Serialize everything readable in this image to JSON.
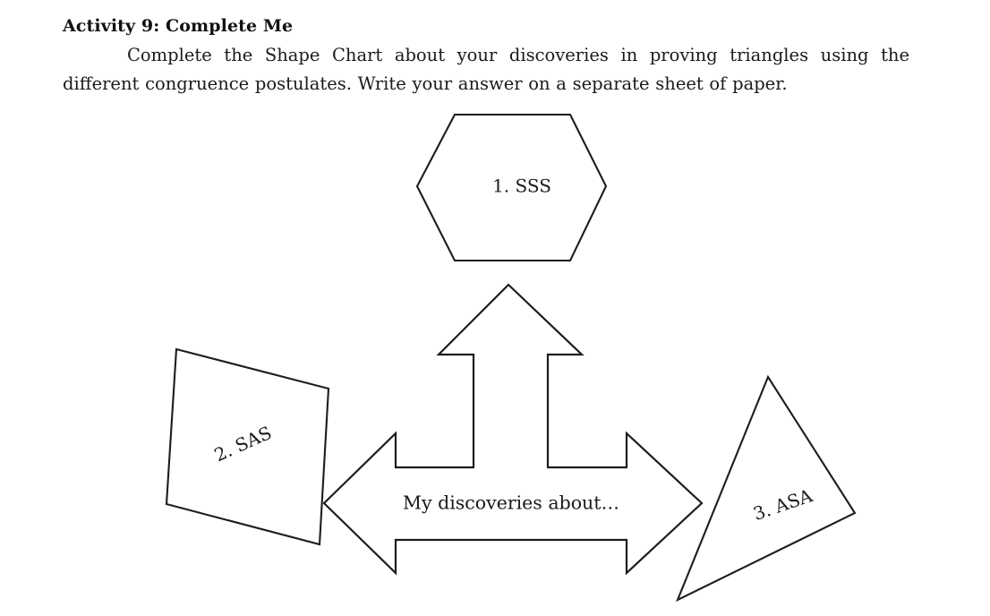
{
  "header": {
    "title": "Activity 9: Complete Me",
    "instructions": "Complete the Shape Chart about your discoveries in proving triangles using the different congruence postulates. Write your answer on a separate sheet of paper."
  },
  "diagram": {
    "name": "shape-chart",
    "center_label": "My discoveries about…",
    "stroke_color": "#1d1d1d",
    "fill_color": "#ffffff",
    "nodes": [
      {
        "id": "hexagon",
        "shape": "hexagon",
        "label": "1. SSS",
        "rotation_deg": 0
      },
      {
        "id": "quadrilateral",
        "shape": "quadrilateral",
        "label": "2. SAS",
        "rotation_deg": -24
      },
      {
        "id": "triangle",
        "shape": "triangle",
        "label": "3. ASA",
        "rotation_deg": -19
      }
    ],
    "arrow": {
      "id": "three-way-arrow",
      "directions": [
        "up",
        "left",
        "right"
      ]
    }
  }
}
